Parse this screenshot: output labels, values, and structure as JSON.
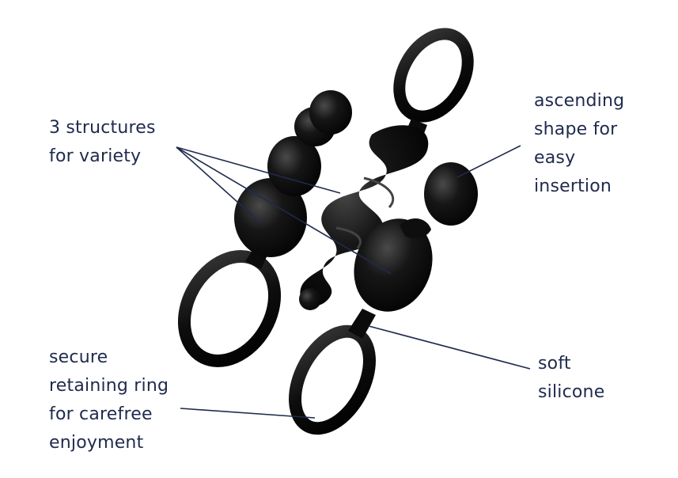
{
  "labels": {
    "variety": {
      "lines": [
        "3 structures",
        "for variety"
      ]
    },
    "ascending": {
      "lines": [
        "ascending",
        "shape for",
        "easy",
        "insertion"
      ]
    },
    "ring": {
      "lines": [
        "secure",
        "retaining ring",
        "for carefree",
        "enjoyment"
      ]
    },
    "silicone": {
      "lines": [
        "soft",
        "silicone"
      ]
    }
  },
  "colors": {
    "text": "#1f2a4d",
    "leader_line": "#1f2a4d",
    "product": "#0c0c0c",
    "highlight": "#3a3a3a",
    "background": "#ffffff"
  }
}
